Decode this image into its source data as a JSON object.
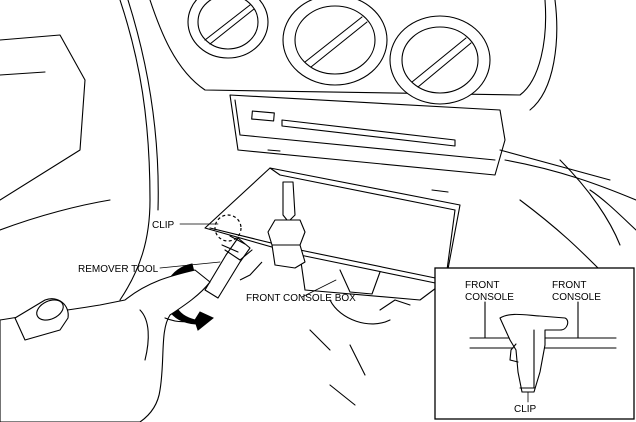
{
  "labels": {
    "clip": "CLIP",
    "remover_tool": "REMOVER TOOL",
    "front_console_box": "FRONT CONSOLE BOX"
  },
  "inset": {
    "left_line1": "FRONT",
    "left_line2": "CONSOLE",
    "right_line1": "FRONT",
    "right_line2": "CONSOLE",
    "clip": "CLIP"
  }
}
